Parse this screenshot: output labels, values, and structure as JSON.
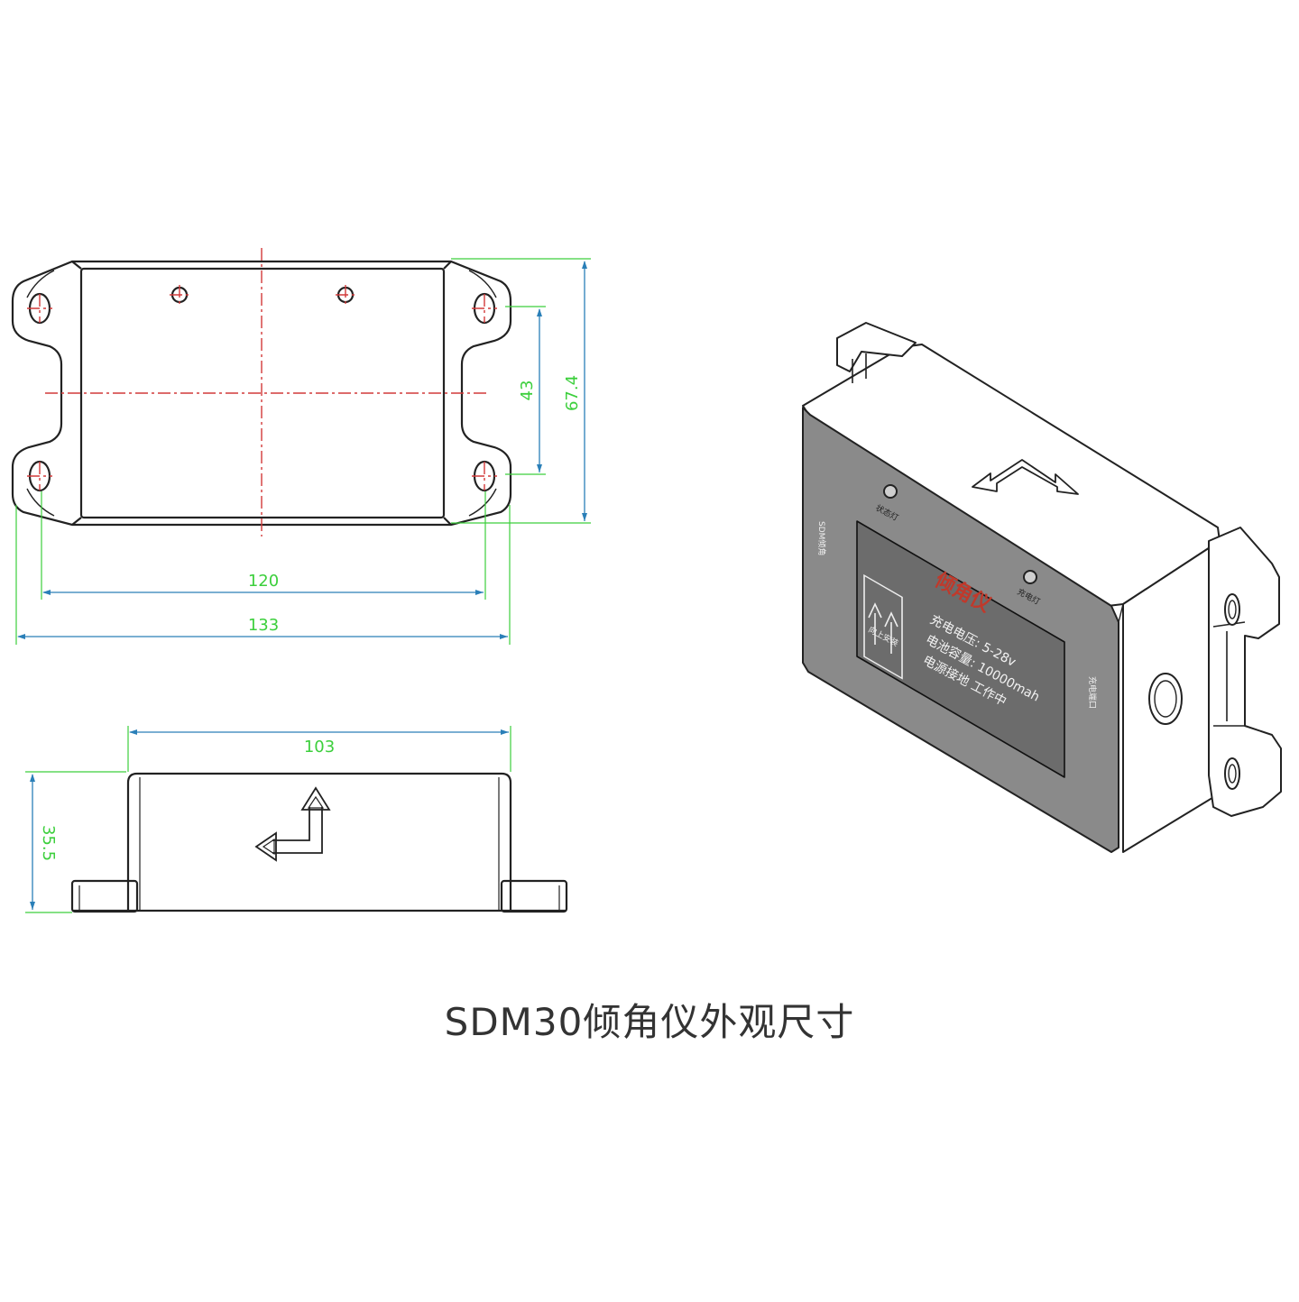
{
  "caption": "SDM30倾角仪外观尺寸",
  "colors": {
    "outline": "#222222",
    "centerline": "#d23a3a",
    "dimension": "#3ccf3c",
    "dimension_arrow": "#2a7fb8",
    "panel": "#8a8a8a",
    "caption": "#333333"
  },
  "dimensions": {
    "top_view_hole_spacing": "120",
    "top_view_overall_width": "133",
    "top_view_hole_pitch": "43",
    "top_view_overall_depth": "67.4",
    "side_view_body_width": "103",
    "side_view_height": "35.5"
  },
  "device_labels": {
    "product_name": "倾角仪",
    "spec_voltage": "充电电压: 5-28v",
    "spec_capacity": "电池容量: 10000mah",
    "spec_standby": "电源接地 工作中",
    "indicator_left": "状态灯",
    "indicator_right": "充电灯",
    "side_label_left": "SDM倾角",
    "side_label_right": "充电端口",
    "orientation_label": "向上安装"
  },
  "icons": [
    "axis-arrow-icon",
    "up-arrows-icon",
    "direction-arrow-icon"
  ]
}
